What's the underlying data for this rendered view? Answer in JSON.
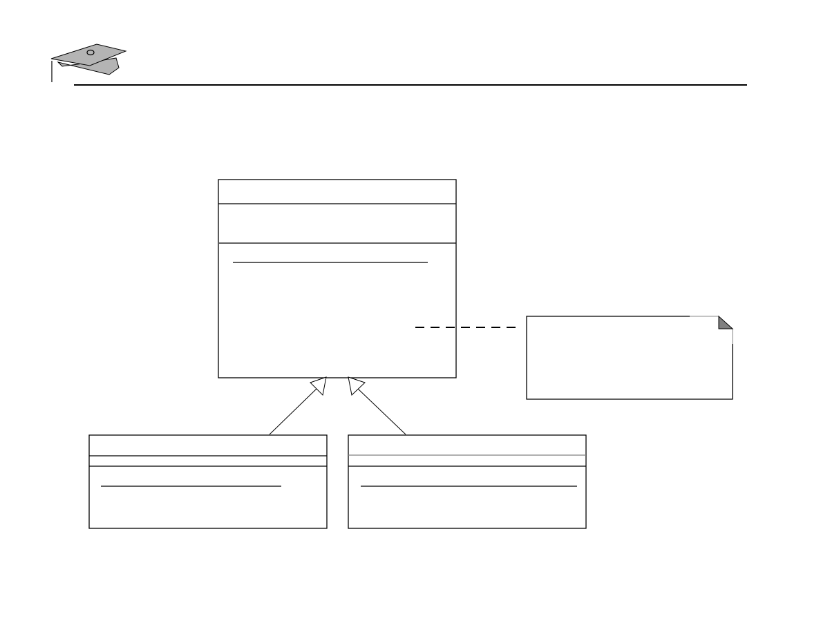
{
  "colors": {
    "stroke": "#000000",
    "logo_fill": "#b4b4b4",
    "note_fold": "#808080",
    "note_edge": "#a0a0a0",
    "background": "#ffffff"
  },
  "logo": {
    "icon": "graduation-cap-icon"
  },
  "diagram": {
    "type": "uml-class-diagram",
    "superclass": {
      "name": "",
      "attributes": [],
      "operations": []
    },
    "subclasses": [
      {
        "name": "",
        "attributes": [],
        "operations": []
      },
      {
        "name": "",
        "attributes": [],
        "operations": []
      }
    ],
    "note": {
      "text": ""
    },
    "relations": [
      "generalization",
      "generalization",
      "note-anchor"
    ]
  }
}
